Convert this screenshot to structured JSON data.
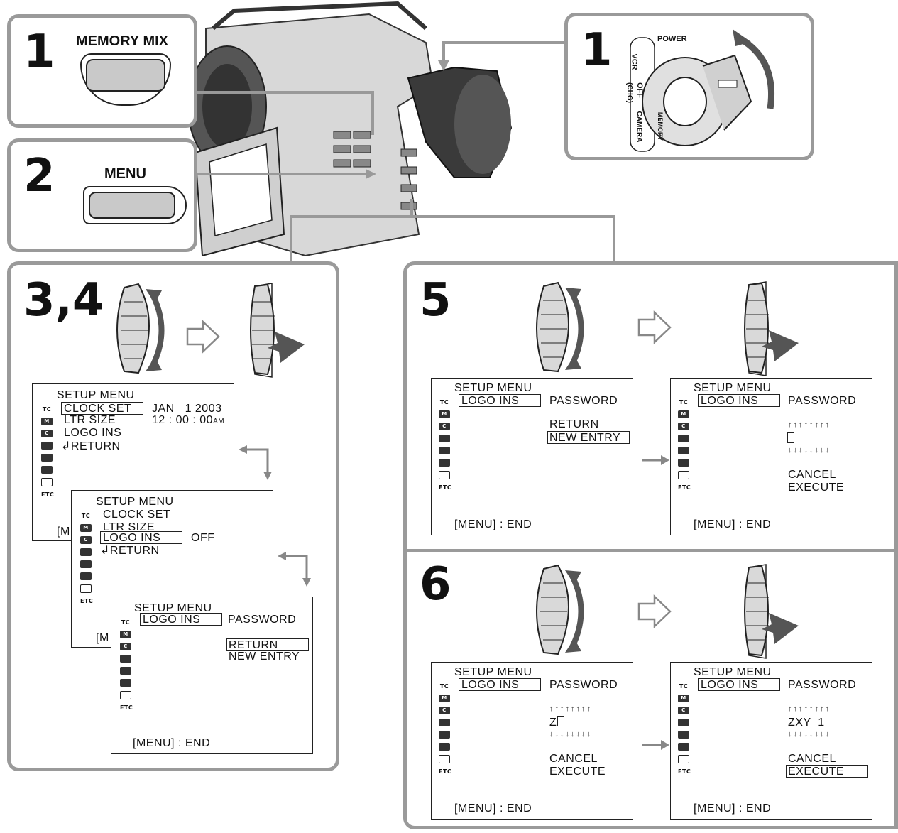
{
  "steps": {
    "s1a": "1",
    "s1b": "1",
    "s2": "2",
    "s34": "3,4",
    "s5": "5",
    "s6": "6"
  },
  "buttons": {
    "memory_mix": "MEMORY MIX",
    "menu": "MENU"
  },
  "power_switch": {
    "power": "POWER",
    "vcr": "VCR",
    "off": "OFF",
    "chg": "(CHG)",
    "camera": "CAMERA",
    "memory": "MEMORY"
  },
  "menu": {
    "title": "SETUP MENU",
    "clock_set": "CLOCK SET",
    "ltr_size": "LTR SIZE",
    "logo_ins": "LOGO INS",
    "return": "RETURN",
    "return_arrow": "↲RETURN",
    "date": "JAN   1 2003",
    "time": "12 : 00 : 00",
    "am": "AM",
    "off": "OFF",
    "password": "PASSWORD",
    "new_entry": "NEW ENTRY",
    "cancel": "CANCEL",
    "execute": "EXECUTE",
    "footer": "[MENU] : END",
    "footer_short": "[M",
    "etc": "ETC",
    "tc": "TC",
    "up_arrows": "↑↑↑↑↑↑↑↑",
    "down_arrows": "↓↓↓↓↓↓↓↓",
    "entry_z": "Z",
    "entry_zxy": "ZXY  1"
  }
}
